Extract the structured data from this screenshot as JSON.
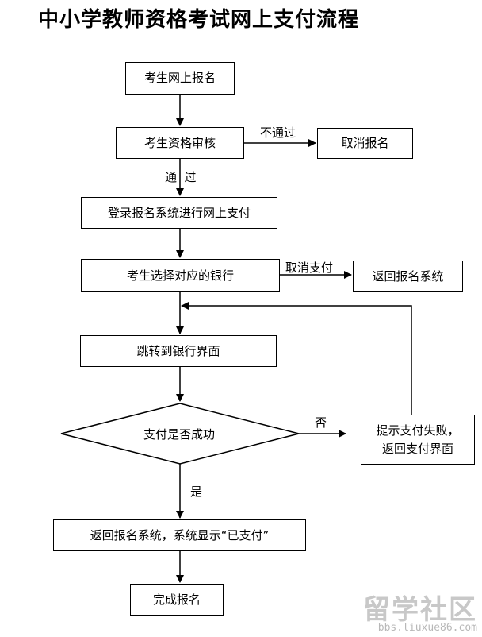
{
  "title": "中小学教师资格考试网上支付流程",
  "nodes": {
    "register": "考生网上报名",
    "review": "考生资格审核",
    "cancel_register": "取消报名",
    "login_pay": "登录报名系统进行网上支付",
    "choose_bank": "考生选择对应的银行",
    "back_to_system": "返回报名系统",
    "jump_bank": "跳转到银行界面",
    "pay_success": "支付是否成功",
    "pay_fail_1": "提示支付失败，",
    "pay_fail_2": "返回支付界面",
    "show_paid": "返回报名系统，系统显示“已支付”",
    "done": "完成报名"
  },
  "edge_labels": {
    "not_pass": "不通过",
    "pass": "通  过",
    "cancel_pay": "取消支付",
    "no": "否",
    "yes": "是"
  },
  "watermark": {
    "brand": "留学社区",
    "url": "bbs.liuxue86.com"
  }
}
